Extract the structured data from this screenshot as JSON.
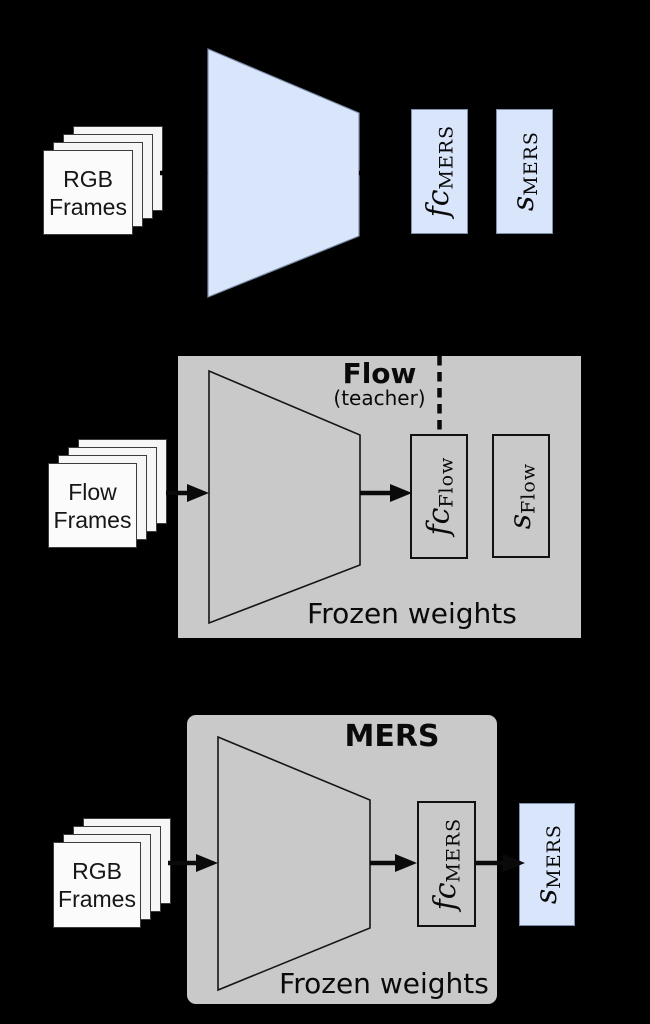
{
  "student": {
    "frames": {
      "line1": "RGB",
      "line2": "Frames"
    },
    "fc": {
      "main": "fc",
      "sub": "MERS"
    },
    "s": {
      "main": "s",
      "sub": "MERS"
    }
  },
  "teacher": {
    "title": "Flow",
    "subtitle": "(teacher)",
    "frames": {
      "line1": "Flow",
      "line2": "Frames"
    },
    "fc": {
      "main": "fc",
      "sub": "Flow"
    },
    "s": {
      "main": "s",
      "sub": "Flow"
    },
    "frozen": "Frozen weights"
  },
  "mers": {
    "title": "MERS",
    "frames": {
      "line1": "RGB",
      "line2": "Frames"
    },
    "fc": {
      "main": "fc",
      "sub": "MERS"
    },
    "s": {
      "main": "s",
      "sub": "MERS"
    },
    "frozen": "Frozen weights"
  },
  "colors": {
    "background": "#000000",
    "panel_gray": "#c9c9c9",
    "light_blue_fill": "#d9e5fb",
    "light_blue_stroke": "#7d8fa9",
    "line_black": "#111111",
    "sheet_white": "#fbfbfb"
  }
}
